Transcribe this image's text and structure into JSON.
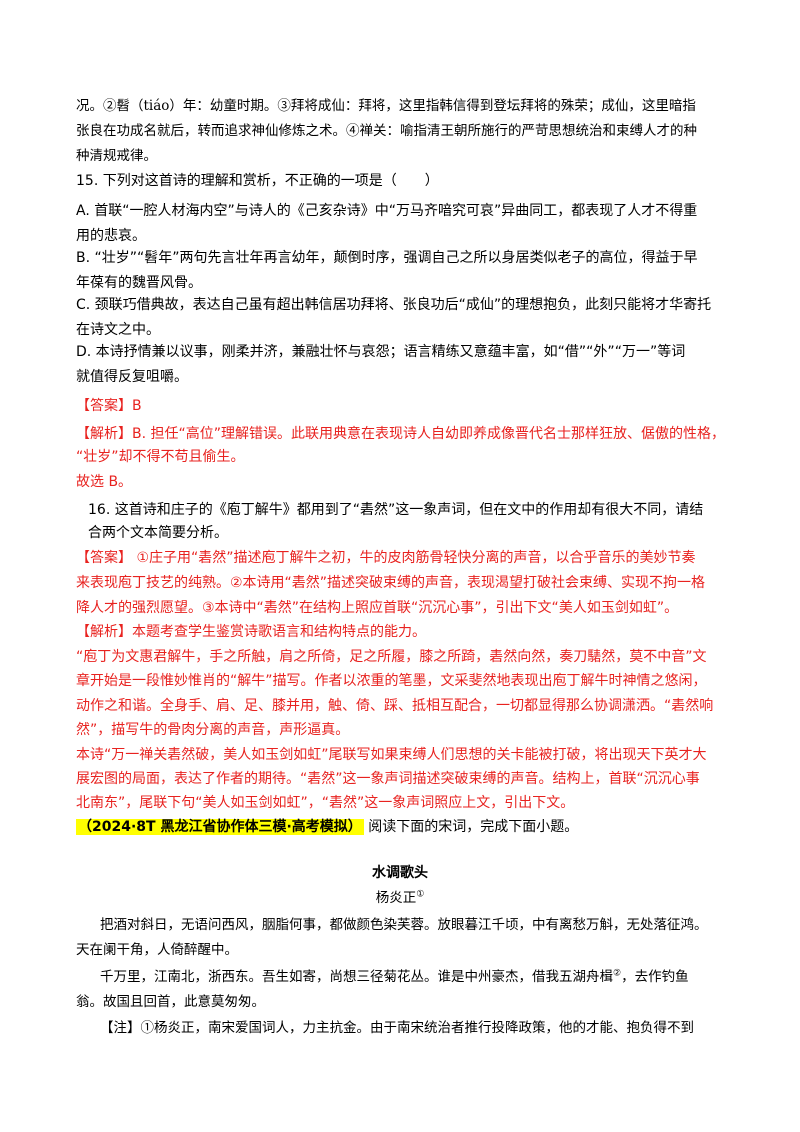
{
  "note_top": {
    "line1": "况。②髫（tiáo）年：幼童时期。③拜将成仙：拜将，这里指韩信得到登坛拜将的殊荣；成仙，这里暗指",
    "line2": "张良在功成名就后，转而追求神仙修炼之术。④禅关：喻指清王朝所施行的严苛思想统治和束缚人才的种",
    "line3": "种清规戒律。"
  },
  "q15": {
    "stem": "15. 下列对这首诗的理解和赏析，不正确的一项是（　　）",
    "a1": "A. 首联“一腔人材海内空”与诗人的《己亥杂诗》中“万马齐喑究可哀”异曲同工，都表现了人才不得重",
    "a2": "用的悲哀。",
    "b1": "B. “壮岁”“髫年”两句先言壮年再言幼年，颠倒时序，强调自己之所以身居类似老子的高位，得益于早",
    "b2": "年葆有的魏晋风骨。",
    "c1": "C. 颈联巧借典故，表达自己虽有超出韩信居功拜将、张良功后“成仙”的理想抱负，此刻只能将才华寄托",
    "c2": "在诗文之中。",
    "d1": "D. 本诗抒情兼以议事，刚柔并济，兼融壮怀与哀怨；语言精练又意蕴丰富，如“借”“外”“万一”等词",
    "d2": "就值得反复咀嚼。",
    "answer": "【答案】B",
    "analysis1": "【解析】B. 担任“高位”理解错误。此联用典意在表现诗人自幼即养成像晋代名士那样狂放、倨傲的性格，",
    "analysis2": "“壮岁”却不得不苟且偷生。",
    "conclusion": "故选 B。"
  },
  "q16": {
    "stem1": "16. 这首诗和庄子的《庖丁解牛》都用到了“砉然”这一象声词，但在文中的作用却有很大不同，请结",
    "stem2": "合两个文本简要分析。",
    "answer1": "【答案】 ①庄子用“砉然”描述庖丁解牛之初，牛的皮肉筋骨轻快分离的声音，以合乎音乐的美妙节奏",
    "answer2": "来表现庖丁技艺的纯熟。②本诗用“砉然”描述突破束缚的声音，表现渴望打破社会束缚、实现不拘一格",
    "answer3": "降人才的强烈愿望。③本诗中“砉然”在结构上照应首联“沉沉心事”，引出下文“美人如玉剑如虹”。",
    "analysis_head": "【解析】本题考查学生鉴赏诗歌语言和结构特点的能力。",
    "p1_1": "“庖丁为文惠君解牛，手之所触，肩之所倚，足之所履，膝之所踦，砉然向然，奏刀騞然，莫不中音”文",
    "p1_2": "章开始是一段惟妙惟肖的“解牛”描写。作者以浓重的笔墨，文采斐然地表现出庖丁解牛时神情之悠闲，",
    "p1_3": "动作之和谐。全身手、肩、足、膝并用，触、倚、踩、抵相互配合，一切都显得那么协调潇洒。“砉然响",
    "p1_4": "然”，描写牛的骨肉分离的声音，声形逼真。",
    "p2_1": "本诗“万一禅关砉然破，美人如玉剑如虹”尾联写如果束缚人们思想的关卡能被打破，将出现天下英才大",
    "p2_2": "展宏图的局面，表达了作者的期待。“砉然”这一象声词描述突破束缚的声音。结构上，首联“沉沉心事",
    "p2_3": "北南东”，尾联下句“美人如玉剑如虹”，“砉然”这一象声词照应上文，引出下文。"
  },
  "source": {
    "tag": "（2024·8T 黑龙江省协作体三模·高考模拟）",
    "instruction": "阅读下面的宋词，完成下面小题。"
  },
  "poem": {
    "title": "水调歌头",
    "author": "杨炎正",
    "author_note_mark": "①",
    "l1": "把酒对斜日，无语问西风，胭脂何事，都做颜色染芙蓉。放眼暮江千顷，中有离愁万斛，无处落征鸿。",
    "l2": "天在阑干角，人倚醉醒中。",
    "l3a": "千万里，江南北，浙西东。吾生如寄，尚想三径菊花丛。谁是中州豪杰，借我五湖舟楫",
    "l3_mark": "②",
    "l3b": "，去作钓鱼",
    "l4": "翁。故国且回首，此意莫匆匆。",
    "note": "【注】①杨炎正，南宋爱国词人，力主抗金。由于南宋统治者推行投降政策，他的才能、抱负得不到"
  }
}
